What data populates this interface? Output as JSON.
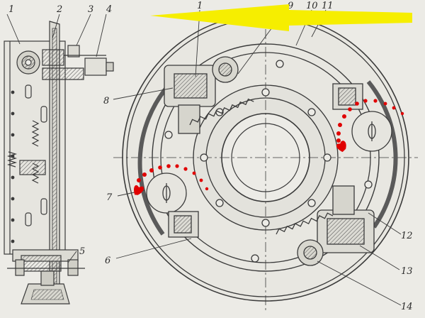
{
  "callouts": [
    "1",
    "2",
    "3",
    "4",
    "1",
    "9",
    "10",
    "11",
    "8",
    "7",
    "6",
    "5",
    "12",
    "13",
    "14"
  ],
  "colors": {
    "paper": "#ecebe6",
    "ink": "#3a3a3a",
    "hatch": "#555555",
    "highlight_arrow": "#f6ee00",
    "motion_marks": "#e00000"
  },
  "annotations": {
    "arrow_icon": "yellow-arrow-left-icon",
    "motion_icon": "red-dotted-rotation-arrow-icon"
  }
}
